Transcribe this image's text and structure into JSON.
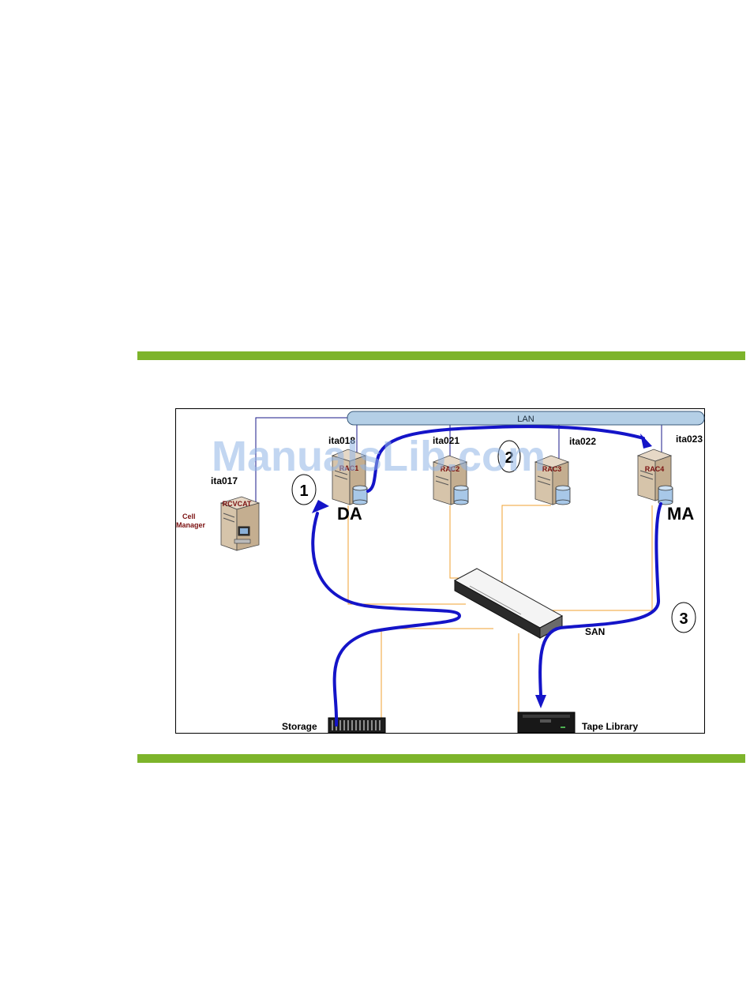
{
  "colors": {
    "green_bar": "#7db42b",
    "lan_bar": "#b4cfe6",
    "data_flow": "#1414c8",
    "san_link": "#f0a030"
  },
  "diagram": {
    "lan_label": "LAN",
    "san_label": "SAN",
    "cell_manager": {
      "host": "ita017",
      "screen_label": "RCVCAT",
      "caption_line1": "Cell",
      "caption_line2": "Manager"
    },
    "nodes": [
      {
        "host": "ita018",
        "label": "RAC1",
        "role": "DA"
      },
      {
        "host": "ita021",
        "label": "RAC2",
        "role": ""
      },
      {
        "host": "ita022",
        "label": "RAC3",
        "role": ""
      },
      {
        "host": "ita023",
        "label": "RAC4",
        "role": "MA"
      }
    ],
    "steps": [
      "1",
      "2",
      "3"
    ],
    "storage_label": "Storage",
    "tape_label": "Tape Library"
  },
  "watermark": "ManualsLib.com"
}
